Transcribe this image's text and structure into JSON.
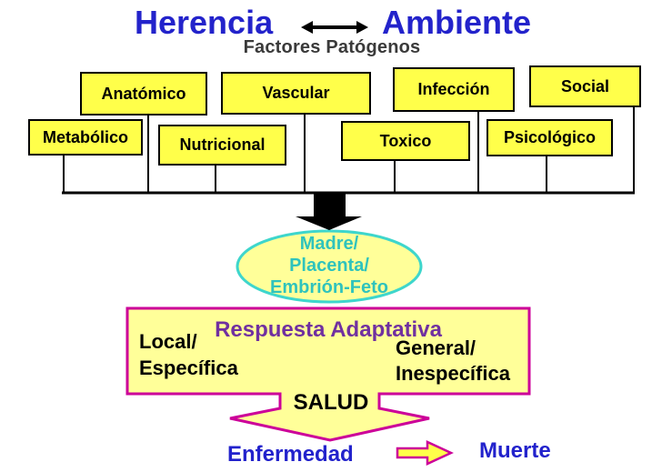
{
  "colors": {
    "title_blue": "#2323CB",
    "subtitle_color": "#3A3A3A",
    "box_yellow": "#FFFF4A",
    "pale_yellow": "#FFFF99",
    "magenta": "#CC0099",
    "turquoise_border": "#3ED6CC",
    "turquoise_text": "#2FC3BD",
    "purple": "#7030A0",
    "outcome_blue": "#2222CC",
    "line_black": "#000000"
  },
  "header": {
    "left_term": "Herencia",
    "right_term": "Ambiente",
    "subtitle": "Factores Patógenos"
  },
  "factors": [
    {
      "label": "Anatómico"
    },
    {
      "label": "Vascular"
    },
    {
      "label": "Infección"
    },
    {
      "label": "Social"
    },
    {
      "label": "Metabólico"
    },
    {
      "label": "Nutricional"
    },
    {
      "label": "Toxico"
    },
    {
      "label": "Psicológico"
    }
  ],
  "ellipse": {
    "line1": "Madre/",
    "line2": "Placenta/",
    "line3": "Embrión-Feto"
  },
  "response": {
    "title": "Respuesta Adaptativa",
    "left_line1": "Local/",
    "left_line2": "Específica",
    "right_line1": "General/",
    "right_line2": "Inespecífica",
    "salud": "SALUD"
  },
  "outcomes": {
    "disease": "Enfermedad",
    "death": "Muerte"
  }
}
